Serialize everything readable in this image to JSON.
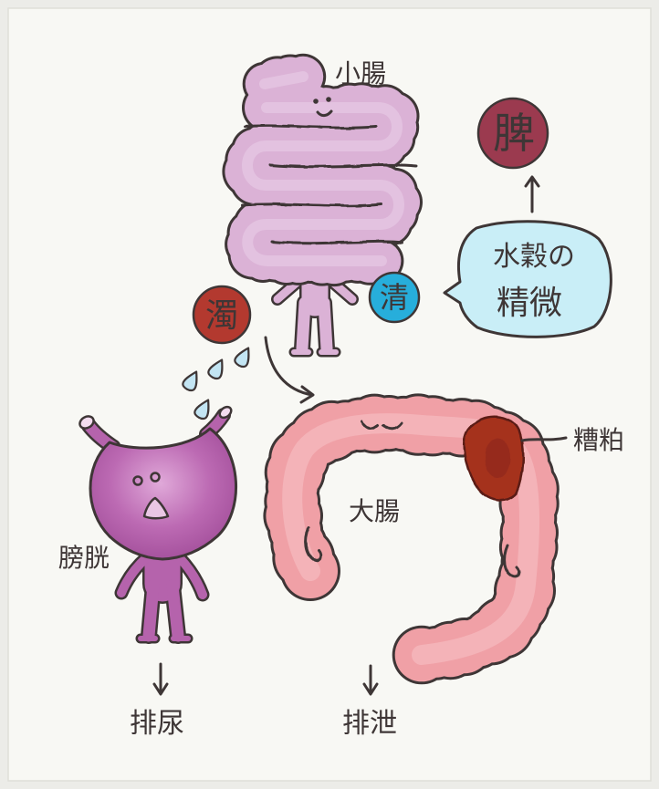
{
  "diagram": {
    "small_intestine": {
      "label": "小腸"
    },
    "turbid": {
      "label": "濁"
    },
    "clear": {
      "label": "清"
    },
    "essence_bubble": {
      "line1": "水穀の",
      "line2": "精微"
    },
    "spleen": {
      "label": "脾"
    },
    "bladder": {
      "label": "膀胱",
      "output": "排尿"
    },
    "large_intestine": {
      "label": "大腸",
      "output": "排泄"
    },
    "waste": {
      "label": "糟粕"
    }
  },
  "colors": {
    "ink": "#3e3636",
    "paper": "#f8f8f4",
    "small_intestine": "#dbb2d6",
    "large_intestine": "#f0a0a6",
    "bladder": "#b563ac",
    "turbid": "#b3392f",
    "clear": "#27aedb",
    "spleen": "#9b3a4f",
    "essence_bubble": "#c9eef7",
    "waste": "#a5321f",
    "water_drop": "#c3e5f3"
  }
}
